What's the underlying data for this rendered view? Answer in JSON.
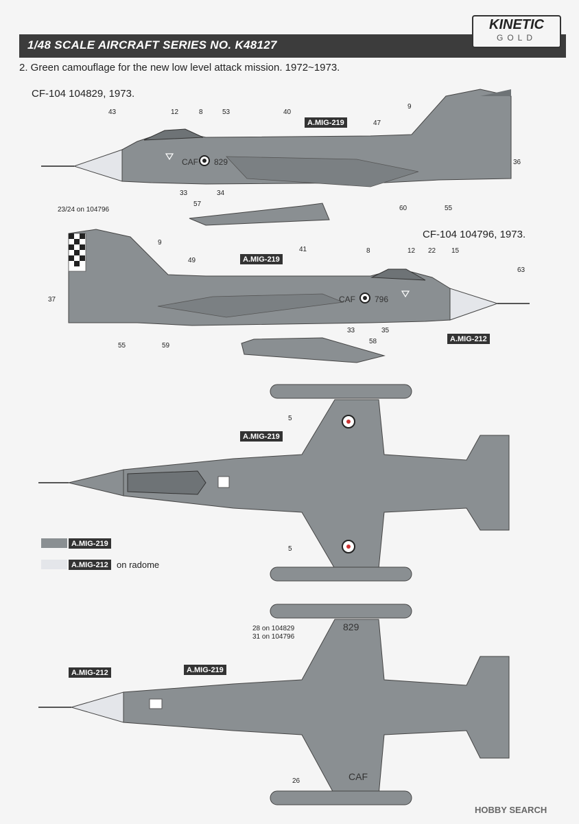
{
  "header": {
    "title": "1/48 SCALE  AIRCRAFT  SERIES NO. K48127",
    "logo_main": "KINETIC",
    "logo_sub": "GOLD"
  },
  "subtitle": "2. Green camouflage for the new low level attack mission. 1972~1973.",
  "profile1": {
    "label": "CF-104 104829, 1973.",
    "color_tag": "A.MIG-219",
    "callouts": {
      "c43": "43",
      "c12": "12",
      "c8": "8",
      "c53": "53",
      "c40": "40",
      "c9": "9",
      "c47": "47",
      "c36": "36",
      "c33": "33",
      "c34": "34",
      "c60": "60",
      "c55": "55",
      "c57": "57"
    }
  },
  "profile2": {
    "label": "CF-104 104796, 1973.",
    "color_tag": "A.MIG-219",
    "radome_tag": "A.MIG-212",
    "callouts": {
      "c2324": "23/24 on 104796",
      "c9": "9",
      "c49": "49",
      "c37": "37",
      "c55": "55",
      "c59": "59",
      "c41": "41",
      "c8": "8",
      "c12": "12",
      "c22": "22",
      "c15": "15",
      "c63": "63",
      "c33": "33",
      "c35": "35",
      "c58": "58"
    }
  },
  "top_view": {
    "color_tag": "A.MIG-219",
    "callouts": {
      "c5a": "5",
      "c5b": "5"
    }
  },
  "legend": {
    "items": [
      {
        "code": "A.MIG-219",
        "note": "",
        "color": "#8a8f92"
      },
      {
        "code": "A.MIG-212",
        "note": "on radome",
        "color": "#e4e6ea"
      }
    ]
  },
  "bottom_view": {
    "tag_radome": "A.MIG-212",
    "tag_body": "A.MIG-219",
    "callouts": {
      "c28": "28 on 104829",
      "c31": "31 on 104796",
      "c26": "26"
    }
  },
  "markings": {
    "caf": "CAF",
    "serial_829": "829",
    "serial_796": "796"
  },
  "colors": {
    "camo": "#8a8f92",
    "radome": "#e4e6ea",
    "header": "#3c3c3c"
  },
  "watermark": "HOBBY SEARCH"
}
